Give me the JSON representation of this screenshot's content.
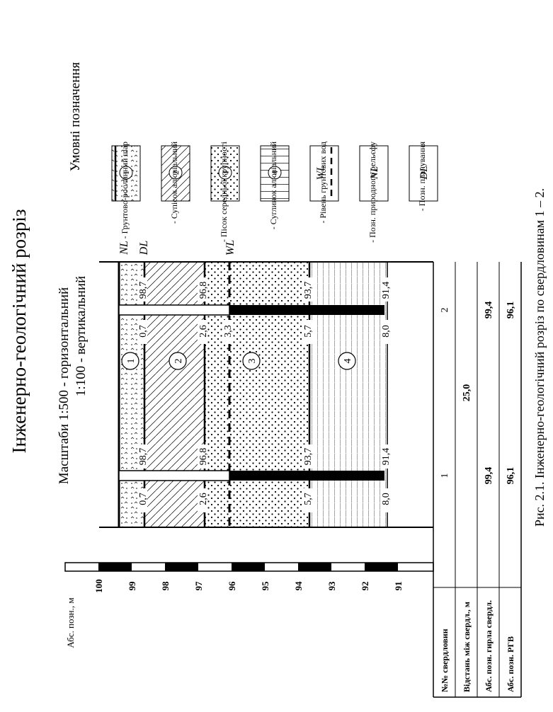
{
  "title": "Інженерно-геологічний розріз",
  "scales": {
    "label": "Масштаби 1:500 - горизонтальний",
    "vertical": "1:100 - вертикальний"
  },
  "caption": "Рис. 2.1. Інженерно-геологічний розріз по свердловинам 1 – 2.",
  "axis": {
    "label": "Абс. позн., м",
    "ticks": [
      "100",
      "99",
      "98",
      "97",
      "96",
      "95",
      "94",
      "93",
      "92",
      "91"
    ]
  },
  "legend": {
    "title": "Умовні позначення",
    "items": [
      {
        "mark": "1",
        "label": "- Грунтово-рослинний шар"
      },
      {
        "mark": "2",
        "label": "- Супісок алювіальний"
      },
      {
        "mark": "3",
        "label": "- Пісок середньої крупності"
      },
      {
        "mark": "4",
        "label": "- Суглинок алювіальний"
      },
      {
        "mark": "WL",
        "label": "- Рівень грунтових вод"
      },
      {
        "mark": "NL",
        "label": "- Позн. природного рельєфу"
      },
      {
        "mark": "DL",
        "label": "- Позн. планування"
      }
    ]
  },
  "section": {
    "level_labels": {
      "nl": "NL",
      "dl": "DL",
      "wl": "WL"
    },
    "layer_numbers": [
      "1",
      "2",
      "3",
      "4"
    ],
    "well1": {
      "depths": [
        "0,7",
        "2,6",
        "5,7",
        "8,0"
      ],
      "elevations": [
        "98,7",
        "96,8",
        "93,7",
        "91,4"
      ]
    },
    "well2": {
      "depths": [
        "0,7",
        "2,6",
        "3,3",
        "5,7",
        "8,0"
      ],
      "elevations": [
        "98,7",
        "96,8",
        "93,7",
        "91,4"
      ]
    }
  },
  "table": {
    "rows": [
      "№№ свердловин",
      "Відстань між свердл., м",
      "Абс. позн. гирла свердл.",
      "Абс. позн. РГВ"
    ],
    "well_numbers": [
      "1",
      "2"
    ],
    "distance": "25,0",
    "mouth": [
      "99,4",
      "99,4"
    ],
    "gwl": [
      "96,1",
      "96,1"
    ]
  }
}
